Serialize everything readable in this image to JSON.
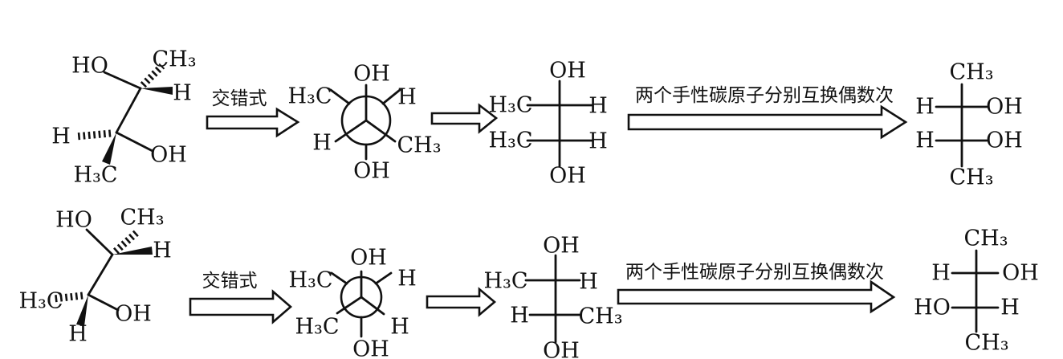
{
  "colors": {
    "ink": "#111111",
    "background": "#ffffff"
  },
  "rows": [
    {
      "wedge": {
        "ho": "HO",
        "ch3": "CH₃",
        "h_top": "H",
        "h_mid": "H",
        "oh": "OH",
        "h3c": "H₃C"
      },
      "staggered_label": "交错式",
      "newman": {
        "front_top": "OH",
        "front_lower_left": "H",
        "front_lower_right": "CH₃",
        "back_upper_left": "H₃C",
        "back_upper_right": "H",
        "back_bottom": "OH"
      },
      "fischer": {
        "top": "OH",
        "r1_left": "H₃C",
        "r1_right": "H",
        "r2_left": "H₃C",
        "r2_right": "H",
        "bottom": "OH"
      },
      "swap_label": "两个手性碳原子分别互换偶数次",
      "fischer_final": {
        "top": "CH₃",
        "r1_left": "H",
        "r1_right": "OH",
        "r2_left": "H",
        "r2_right": "OH",
        "bottom": "CH₃"
      }
    },
    {
      "wedge": {
        "ho": "HO",
        "ch3": "CH₃",
        "h_top": "H",
        "h3c": "H₃C",
        "oh": "OH",
        "h_bottom": "H"
      },
      "staggered_label": "交错式",
      "newman": {
        "front_top": "OH",
        "front_lower_left": "H₃C",
        "front_lower_right": "H",
        "back_upper_left": "H₃C",
        "back_upper_right": "H",
        "back_bottom": "OH"
      },
      "fischer": {
        "top": "OH",
        "r1_left": "H₃C",
        "r1_right": "H",
        "r2_left": "H",
        "r2_right": "CH₃",
        "bottom": "OH"
      },
      "swap_label": "两个手性碳原子分别互换偶数次",
      "fischer_final": {
        "top": "CH₃",
        "r1_left": "H",
        "r1_right": "OH",
        "r2_left": "HO",
        "r2_right": "H",
        "bottom": "CH₃"
      }
    }
  ]
}
